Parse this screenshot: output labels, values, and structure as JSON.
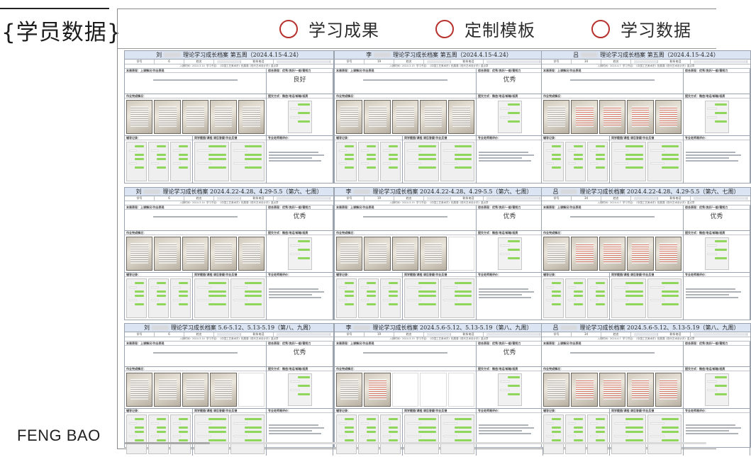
{
  "left_panel": {
    "title": "{学员数据}",
    "footer": "FENG BAO"
  },
  "nav": {
    "items": [
      {
        "label": "学习成果",
        "bullet_color": "#b7312c"
      },
      {
        "label": "定制模板",
        "bullet_color": "#b7312c"
      },
      {
        "label": "学习数据",
        "bullet_color": "#b7312c"
      }
    ]
  },
  "cards": [
    {
      "surname": "刘",
      "title": "理论学习成长档案 第五周（2024.4.15-4.24）",
      "grade": "良好",
      "student_no": "6",
      "enroll_date": "2024.3.14",
      "row": 0,
      "col": 0,
      "photos": 5,
      "marked": false
    },
    {
      "surname": "李",
      "title": "理论学习成长档案 第五周（2024.4.15-4.24）",
      "grade": "优秀",
      "student_no": "19",
      "enroll_date": "2024.3.15",
      "row": 0,
      "col": 1,
      "photos": 5,
      "marked": false
    },
    {
      "surname": "吕",
      "title": "理论学习成长档案 第五周（2024.4.15-4.24）",
      "grade": "",
      "student_no": "34",
      "enroll_date": "2024.4.7",
      "row": 0,
      "col": 2,
      "photos": 5,
      "marked": true
    },
    {
      "surname": "刘",
      "title": "理论学习成长档案 2024.4.22-4.28、4.29-5.5（第六、七周）",
      "grade": "优秀",
      "student_no": "6",
      "enroll_date": "2024.3.14",
      "row": 1,
      "col": 0,
      "photos": 5,
      "marked": false
    },
    {
      "surname": "李",
      "title": "理论学习成长档案 2024.4.22-4.28、4.29-5.5（第六、七周）",
      "grade": "优秀",
      "student_no": "19",
      "enroll_date": "2024.3.15",
      "row": 1,
      "col": 1,
      "photos": 4,
      "marked": false
    },
    {
      "surname": "吕",
      "title": "理论学习成长档案 2024.4.22-4.28、4.29-5.5（第六、七周）",
      "grade": "优秀",
      "student_no": "34",
      "enroll_date": "2024.4.7",
      "row": 1,
      "col": 2,
      "photos": 5,
      "marked": true
    },
    {
      "surname": "刘",
      "title": "理论学习成长档案 5.6-5.12、5.13-5.19（第八、九周）",
      "grade": "优秀",
      "student_no": "6",
      "enroll_date": "2024.3.14",
      "row": 2,
      "col": 0,
      "photos": 4,
      "marked": false
    },
    {
      "surname": "李",
      "title": "理论学习成长档案 2024.5.6-5.12、5.13-5.19（第八、九周）",
      "grade": "优秀",
      "student_no": "19",
      "enroll_date": "2024.3.15",
      "row": 2,
      "col": 1,
      "photos": 2,
      "marked": true
    },
    {
      "surname": "吕",
      "title": "理论学习成长档案 2024.5.6-5.12、5.13-5.19（第八、九周）",
      "grade": "",
      "student_no": "34",
      "enroll_date": "2024.4.7",
      "row": 2,
      "col": 2,
      "photos": 5,
      "marked": true
    }
  ],
  "card_labels": {
    "student_no": "学号",
    "name": "姓名",
    "contact": "联系电话",
    "meta_prefix": "入期时间：",
    "meta_course": "学习书目：《中国工艺美术史》拓展课《现代艺术设计史》重点章",
    "week_perf": "本周表现：上课情况/作业表现",
    "eval": "综合表现：优秀/良好/一般/需努力",
    "homework": "作业完成情况：",
    "submit": "提交方式：微信/电话/邮箱/纸质",
    "tutoring": "辅导记录：",
    "weekly_pics": "同学截图/课程 课后答疑/作业反馈",
    "teacher_comment": "专业老师周评价："
  }
}
